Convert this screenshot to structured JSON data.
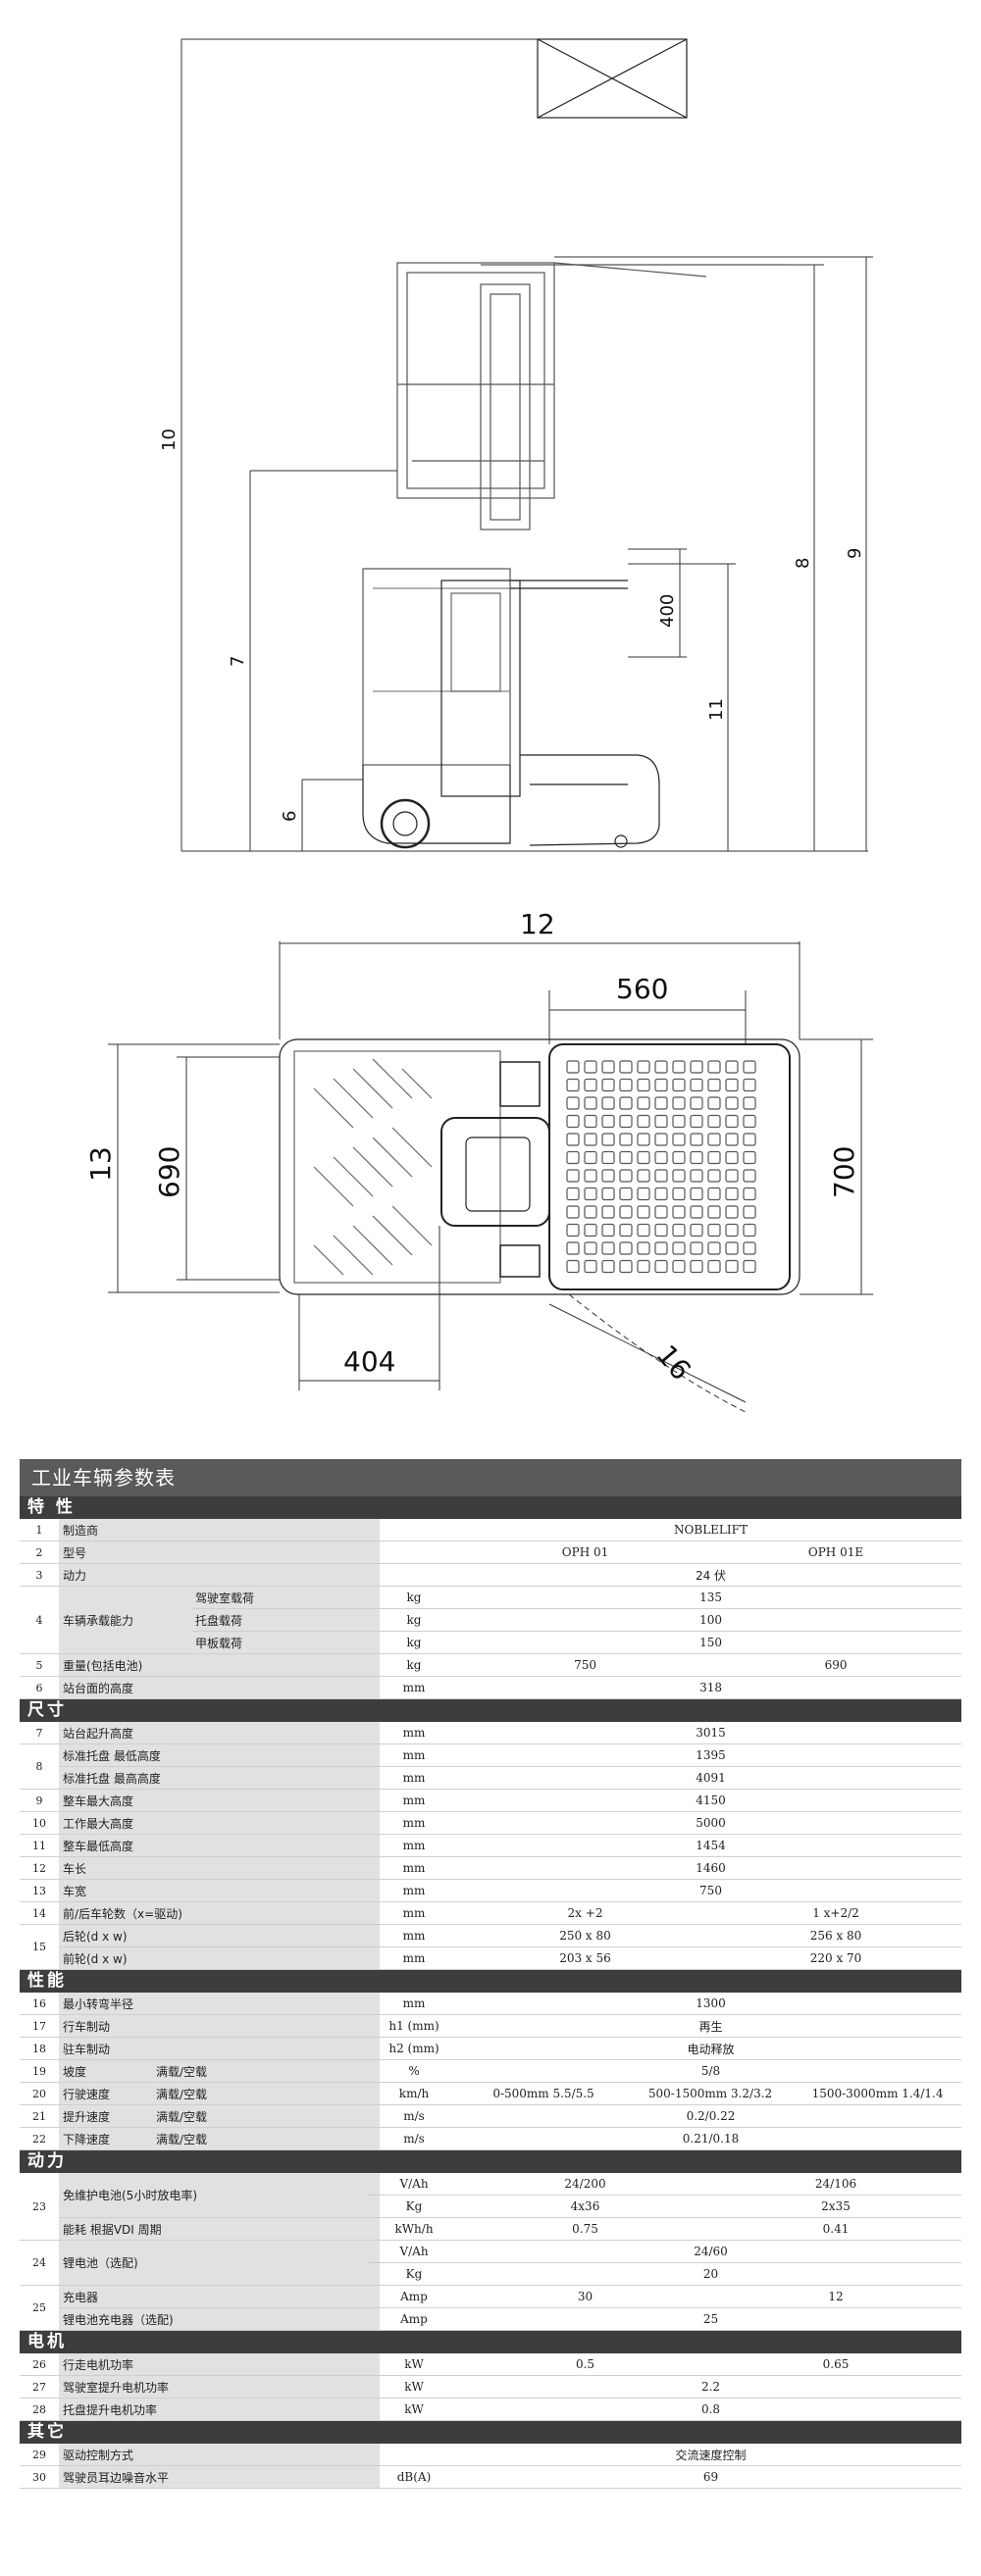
{
  "dimensions": {
    "side_view": {
      "d10": "10",
      "d7": "7",
      "d6": "6",
      "d400": "400",
      "d11": "11",
      "d8": "8",
      "d9": "9"
    },
    "top_view": {
      "d12": "12",
      "d560": "560",
      "d13": "13",
      "d690": "690",
      "d700": "700",
      "d404": "404",
      "d16": "16"
    }
  },
  "spec": {
    "title": "工业车辆参数表",
    "sections": {
      "characteristics": "特 性",
      "dimensions": "尺寸",
      "performance": "性能",
      "power": "动力",
      "motor": "电机",
      "other": "其它"
    },
    "rows": {
      "r1": {
        "no": "1",
        "label": "制造商",
        "value": "NOBLELIFT"
      },
      "r2": {
        "no": "2",
        "label": "型号",
        "a": "OPH 01",
        "b": "OPH 01E"
      },
      "r3": {
        "no": "3",
        "label": "动力",
        "value": "24 伏"
      },
      "r4": {
        "no": "4",
        "label": "车辆承载能力",
        "sub": [
          {
            "label": "驾驶室载荷",
            "unit": "kg",
            "value": "135"
          },
          {
            "label": "托盘载荷",
            "unit": "kg",
            "value": "100"
          },
          {
            "label": "甲板载荷",
            "unit": "kg",
            "value": "150"
          }
        ]
      },
      "r5": {
        "no": "5",
        "label": "重量(包括电池)",
        "unit": "kg",
        "a": "750",
        "b": "690"
      },
      "r6": {
        "no": "6",
        "label": "站台面的高度",
        "unit": "mm",
        "value": "318"
      },
      "r7": {
        "no": "7",
        "label": "站台起升高度",
        "unit": "mm",
        "value": "3015"
      },
      "r8": {
        "no": "8",
        "label1": "标准托盘 最低高度",
        "unit1": "mm",
        "value1": "1395",
        "label2": "标准托盘 最高高度",
        "unit2": "mm",
        "value2": "4091"
      },
      "r9": {
        "no": "9",
        "label": "整车最大高度",
        "unit": "mm",
        "value": "4150"
      },
      "r10": {
        "no": "10",
        "label": "工作最大高度",
        "unit": "mm",
        "value": "5000"
      },
      "r11": {
        "no": "11",
        "label": "整车最低高度",
        "unit": "mm",
        "value": "1454"
      },
      "r12": {
        "no": "12",
        "label": "车长",
        "unit": "mm",
        "value": "1460"
      },
      "r13": {
        "no": "13",
        "label": "车宽",
        "unit": "mm",
        "value": "750"
      },
      "r14": {
        "no": "14",
        "label": "前/后车轮数（x=驱动)",
        "unit": "mm",
        "a": "2x +2",
        "b": "1 x+2/2"
      },
      "r15": {
        "no": "15",
        "label1": "后轮(d x w)",
        "unit1": "mm",
        "a1": "250 x 80",
        "b1": "256 x 80",
        "label2": "前轮(d x w)",
        "unit2": "mm",
        "a2": "203 x 56",
        "b2": "220 x 70"
      },
      "r16": {
        "no": "16",
        "label": "最小转弯半径",
        "unit": "mm",
        "value": "1300"
      },
      "r17": {
        "no": "17",
        "label": "行车制动",
        "unit": "h1 (mm)",
        "value": "再生"
      },
      "r18": {
        "no": "18",
        "label": "驻车制动",
        "unit": "h2 (mm)",
        "value": "电动释放"
      },
      "r19": {
        "no": "19",
        "label": "坡度",
        "label_b": "满载/空载",
        "unit": "%",
        "value": "5/8"
      },
      "r20": {
        "no": "20",
        "label": "行驶速度",
        "label_b": "满载/空载",
        "unit": "km/h",
        "v1": "0-500mm 5.5/5.5",
        "v2": "500-1500mm 3.2/3.2",
        "v3": "1500-3000mm 1.4/1.4"
      },
      "r21": {
        "no": "21",
        "label": "提升速度",
        "label_b": "满载/空载",
        "unit": "m/s",
        "value": "0.2/0.22"
      },
      "r22": {
        "no": "22",
        "label": "下降速度",
        "label_b": "满载/空载",
        "unit": "m/s",
        "value": "0.21/0.18"
      },
      "r23": {
        "no": "23",
        "label": "免维护电池(5小时放电率)",
        "unit1": "V/Ah",
        "a1": "24/200",
        "b1": "24/106",
        "unit2": "Kg",
        "a2": "4x36",
        "b2": "2x35",
        "label2": "能耗 根据VDI 周期",
        "unit3": "kWh/h",
        "a3": "0.75",
        "b3": "0.41"
      },
      "r24": {
        "no": "24",
        "label": "锂电池（选配)",
        "unit1": "V/Ah",
        "value1": "24/60",
        "unit2": "Kg",
        "value2": "20"
      },
      "r25": {
        "no": "25",
        "label1": "充电器",
        "unit1": "Amp",
        "a1": "30",
        "b1": "12",
        "label2": "锂电池充电器（选配)",
        "unit2": "Amp",
        "value2": "25"
      },
      "r26": {
        "no": "26",
        "label": "行走电机功率",
        "unit": "kW",
        "a": "0.5",
        "b": "0.65"
      },
      "r27": {
        "no": "27",
        "label": "驾驶室提升电机功率",
        "unit": "kW",
        "value": "2.2"
      },
      "r28": {
        "no": "28",
        "label": "托盘提升电机功率",
        "unit": "kW",
        "value": "0.8"
      },
      "r29": {
        "no": "29",
        "label": "驱动控制方式",
        "unit": "",
        "value": "交流速度控制"
      },
      "r30": {
        "no": "30",
        "label": "驾驶员耳边噪音水平",
        "unit": "dB(A)",
        "value": "69"
      }
    }
  }
}
